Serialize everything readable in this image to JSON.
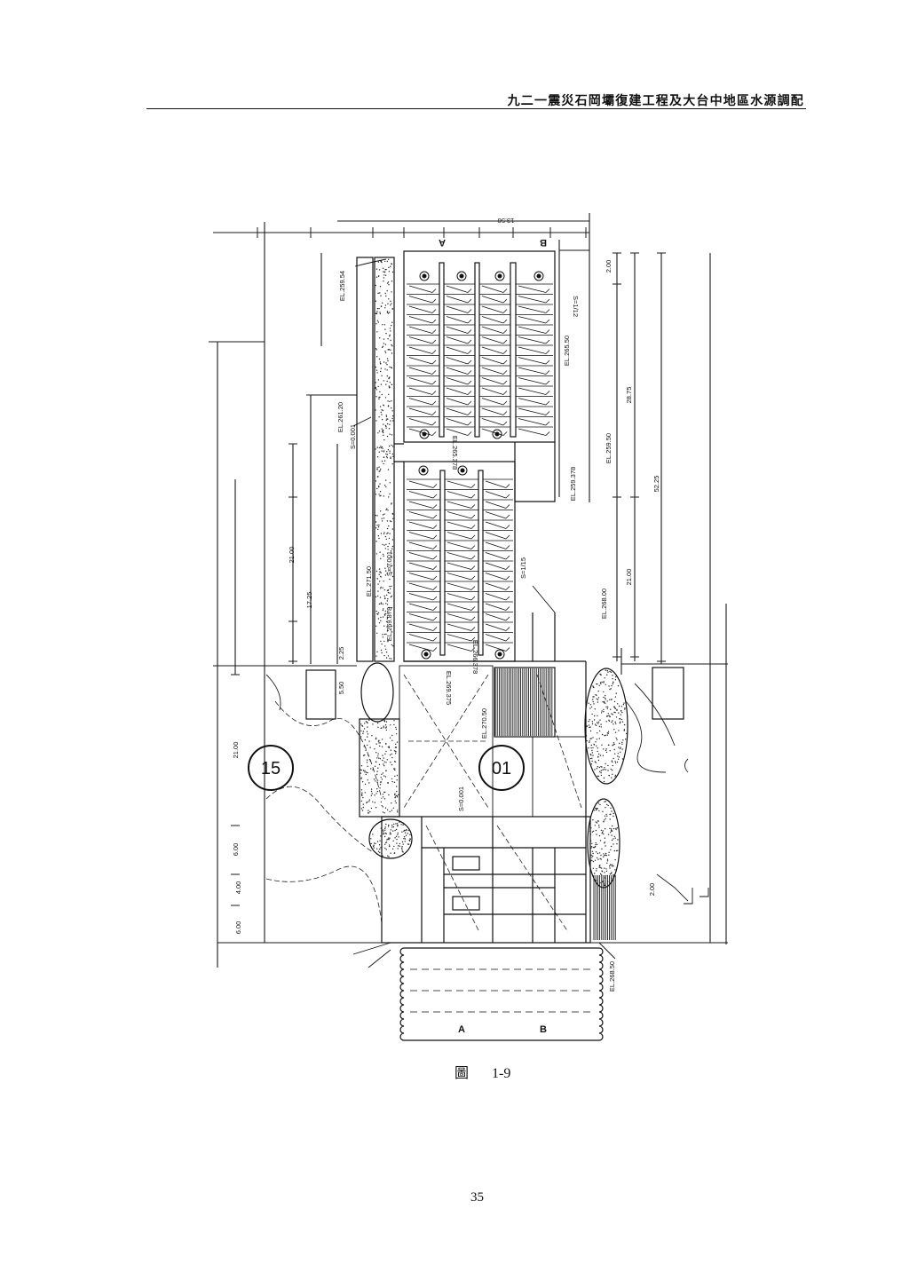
{
  "header": {
    "title": "九二一震災石岡壩復建工程及大台中地區水源調配"
  },
  "figure": {
    "caption_prefix": "圖",
    "caption_number": "1-9"
  },
  "page_number": "35",
  "drawing": {
    "circle_labels": [
      "15",
      "01"
    ],
    "labels": [
      "EL.259.54",
      "EL.261.20",
      "S=0.001",
      "EL.271.50",
      "S=0.001",
      "EL.269.878",
      "EL.265.50",
      "EL.259.50",
      "EL.259.378",
      "S=1/15",
      "EL.268.00",
      "21.00",
      "52.25",
      "28.75",
      "2.00",
      "21.00",
      "6.00",
      "4.00",
      "6.00",
      "17.25",
      "21.00",
      "5.50",
      "2.25",
      "EL.270.50",
      "S=0.001",
      "EL.268.50",
      "2.00",
      "S=1/12",
      "EL.266.378",
      "EL.269.375",
      "EL.265.378",
      "13.50",
      "A",
      "B",
      "A",
      "B"
    ]
  }
}
